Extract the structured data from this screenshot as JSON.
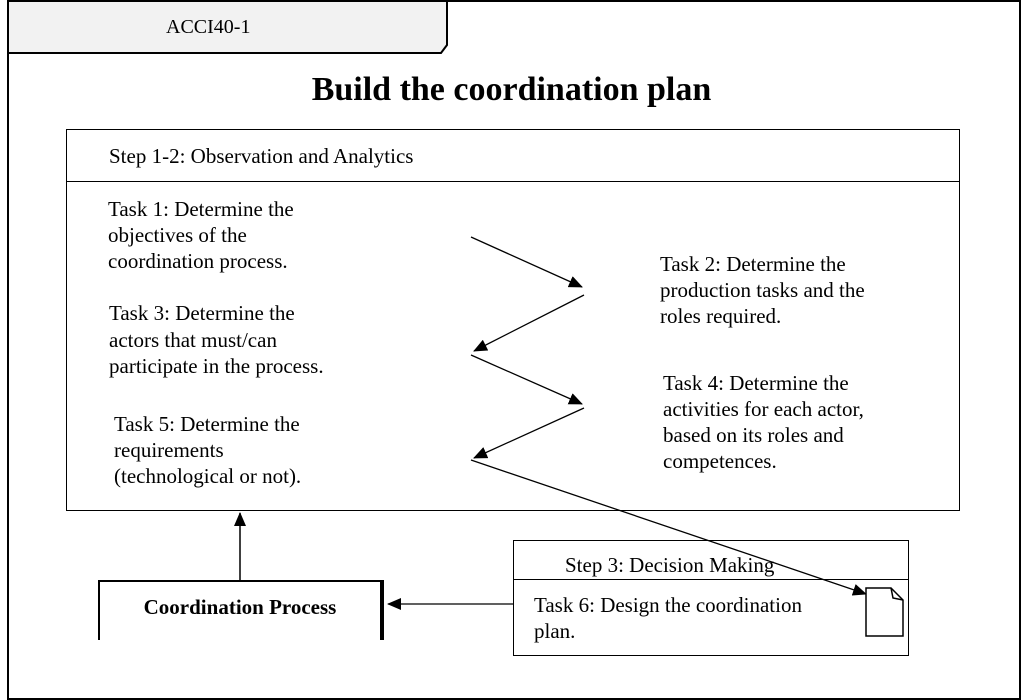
{
  "tab": {
    "label": "ACCI40-1"
  },
  "title": "Build the coordination plan",
  "step12": {
    "header": "Step 1-2: Observation and Analytics",
    "task1": [
      "Task 1: Determine the",
      "objectives of the",
      "coordination process."
    ],
    "task2": [
      "Task 2: Determine the",
      "production tasks and the",
      "roles required."
    ],
    "task3": [
      "Task 3: Determine the",
      "actors that must/can",
      "participate in the process."
    ],
    "task4": [
      "Task 4: Determine the",
      "activities for each actor,",
      "based on its roles and",
      "competences."
    ],
    "task5": [
      "Task 5: Determine the",
      "requirements",
      "(technological or not)."
    ]
  },
  "step3": {
    "header": "Step 3: Decision Making",
    "task6": [
      "Task 6: Design the coordination",
      "plan."
    ]
  },
  "process": {
    "label": "Coordination Process"
  }
}
